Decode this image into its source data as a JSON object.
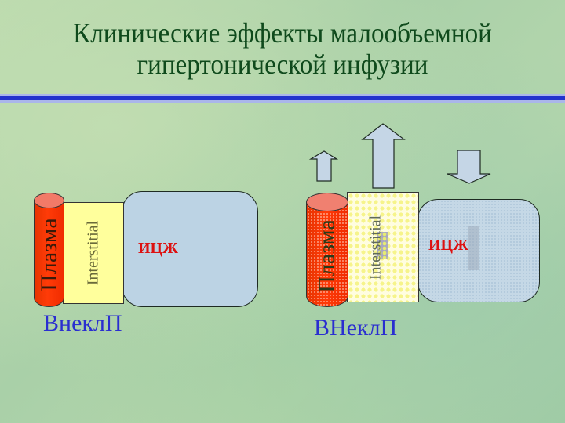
{
  "title": {
    "line1": "Клинические эффекты малообъемной",
    "line2": "гипертонической инфузии"
  },
  "colors": {
    "title_text": "#0f4a1c",
    "divider": "#2233cc",
    "plasma": "#ff3300",
    "interstitial": "#ffffa0",
    "icf": "#bcd3e4",
    "icf_label": "#dd1111",
    "ecs_label": "#2a2ed0"
  },
  "left_diagram": {
    "plasma_label": "Плазма",
    "interstitial_label": "Interstitial",
    "icf_label": "ИЦЖ",
    "ecs_label": "ВнеклП"
  },
  "right_diagram": {
    "plasma_label": "Плазма",
    "interstitial_label": "Interstitial",
    "icf_label": "ИЦЖ",
    "ecs_label": "ВНеклП",
    "arrows": [
      {
        "target": "plasma",
        "direction": "up",
        "size": "small"
      },
      {
        "target": "interstitial",
        "direction": "up",
        "size": "large"
      },
      {
        "target": "icf",
        "direction": "down",
        "size": "medium"
      }
    ]
  }
}
